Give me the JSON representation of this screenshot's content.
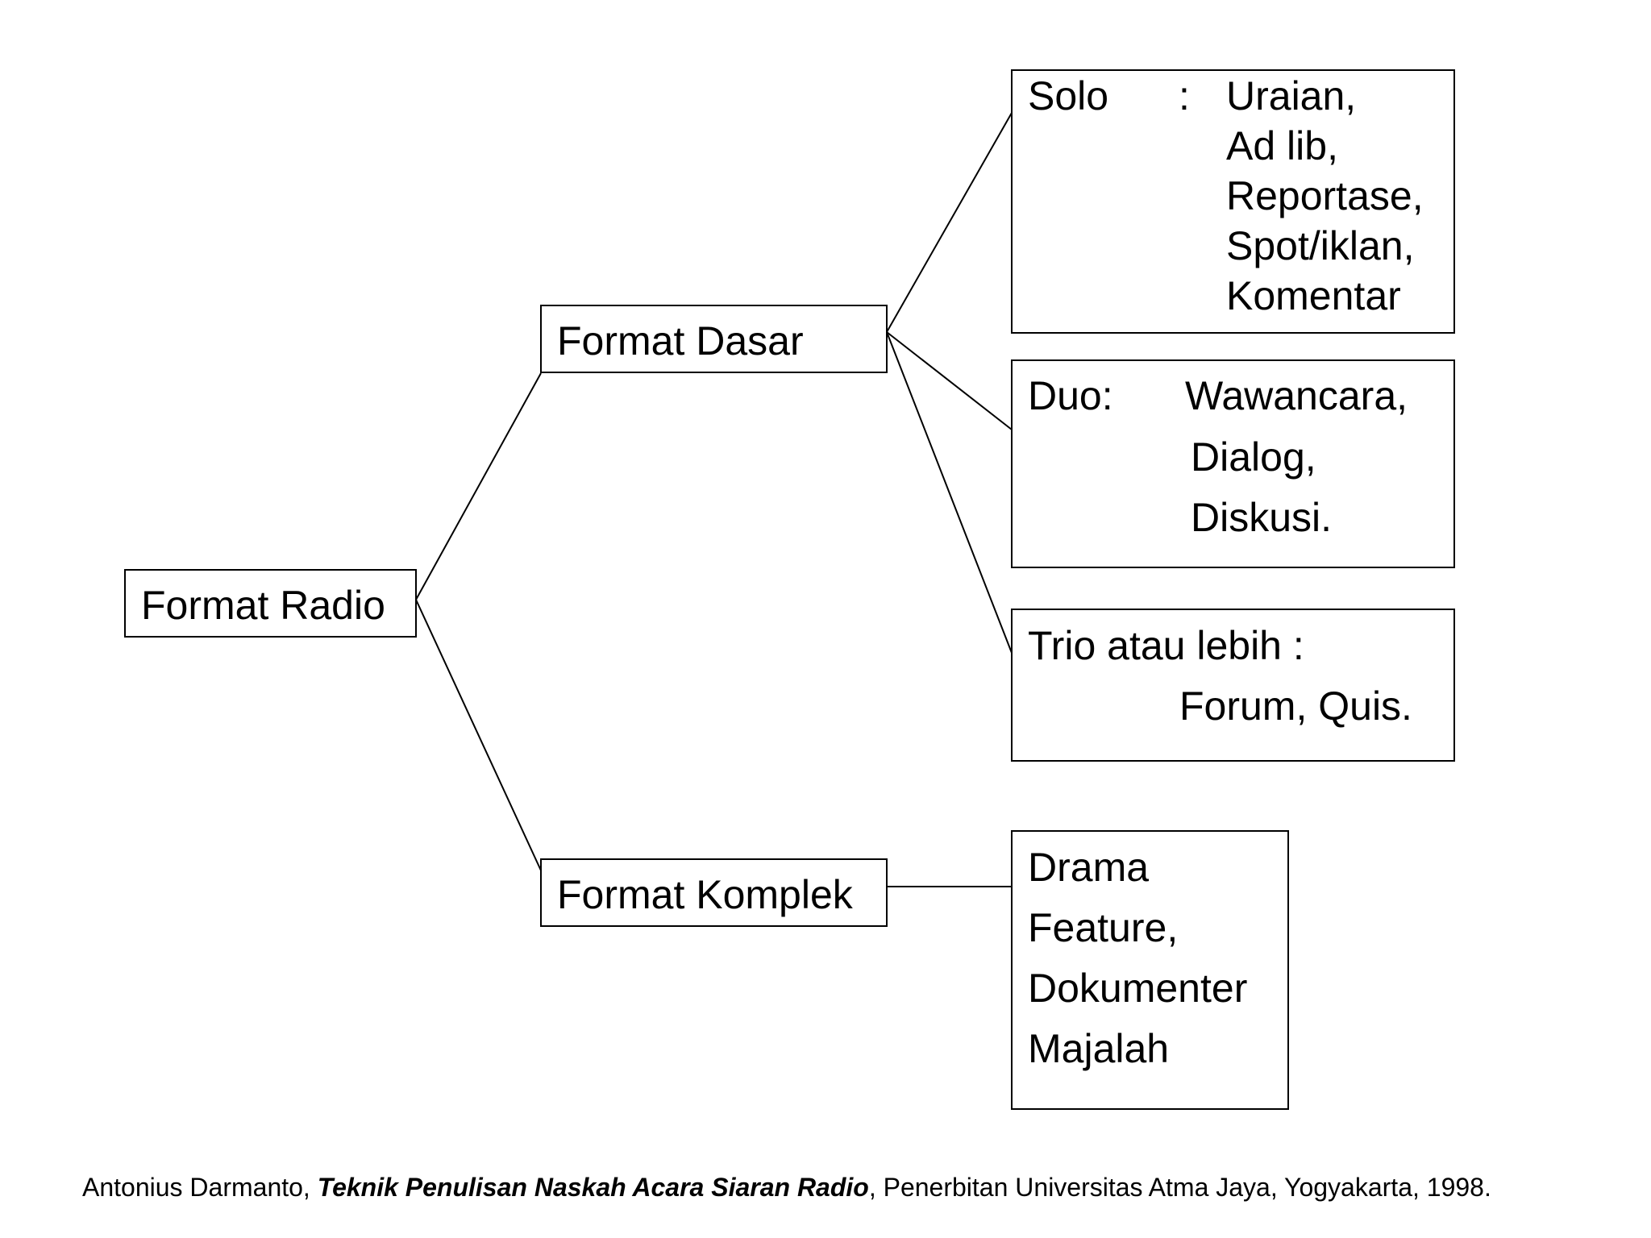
{
  "nodes": {
    "root": {
      "label": "Format Radio"
    },
    "dasar": {
      "label": "Format Dasar"
    },
    "komplek": {
      "label": "Format Komplek"
    },
    "solo": {
      "label": "Solo",
      "separator": ":",
      "items": [
        "Uraian,",
        "Ad lib,",
        "Reportase,",
        "Spot/iklan,",
        "Komentar"
      ]
    },
    "duo": {
      "label": "Duo:",
      "items": [
        "Wawancara,",
        "Dialog,",
        "Diskusi."
      ]
    },
    "trio": {
      "label": "Trio atau lebih :",
      "items": [
        "Forum, Quis."
      ]
    },
    "drama": {
      "items": [
        "Drama",
        "Feature,",
        "Dokumenter",
        "Majalah"
      ]
    }
  },
  "citation": {
    "author": "Antonius Darmanto, ",
    "title": "Teknik Penulisan Naskah Acara Siaran Radio",
    "rest": ", Penerbitan Universitas Atma Jaya, Yogyakarta, 1998."
  }
}
